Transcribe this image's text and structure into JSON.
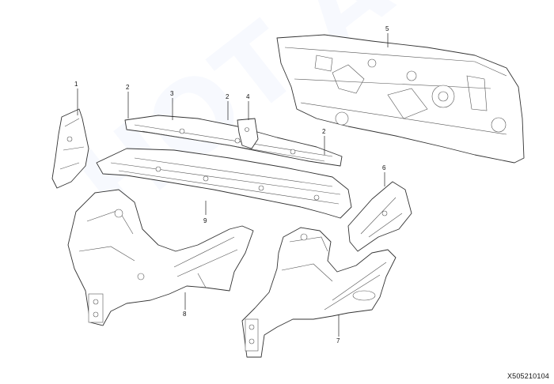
{
  "callouts": [
    {
      "id": "c1",
      "label": "1"
    },
    {
      "id": "c2a",
      "label": "2"
    },
    {
      "id": "c3",
      "label": "3"
    },
    {
      "id": "c2b",
      "label": "2"
    },
    {
      "id": "c4",
      "label": "4"
    },
    {
      "id": "c5",
      "label": "5"
    },
    {
      "id": "c2c",
      "label": "2"
    },
    {
      "id": "c6",
      "label": "6"
    },
    {
      "id": "c9",
      "label": "9"
    },
    {
      "id": "c8",
      "label": "8"
    },
    {
      "id": "c7",
      "label": "7"
    }
  ],
  "reference_code": "X505210104",
  "watermark_text": "HOT AUTOS",
  "colors": {
    "line": "#333333",
    "background": "#ffffff"
  }
}
